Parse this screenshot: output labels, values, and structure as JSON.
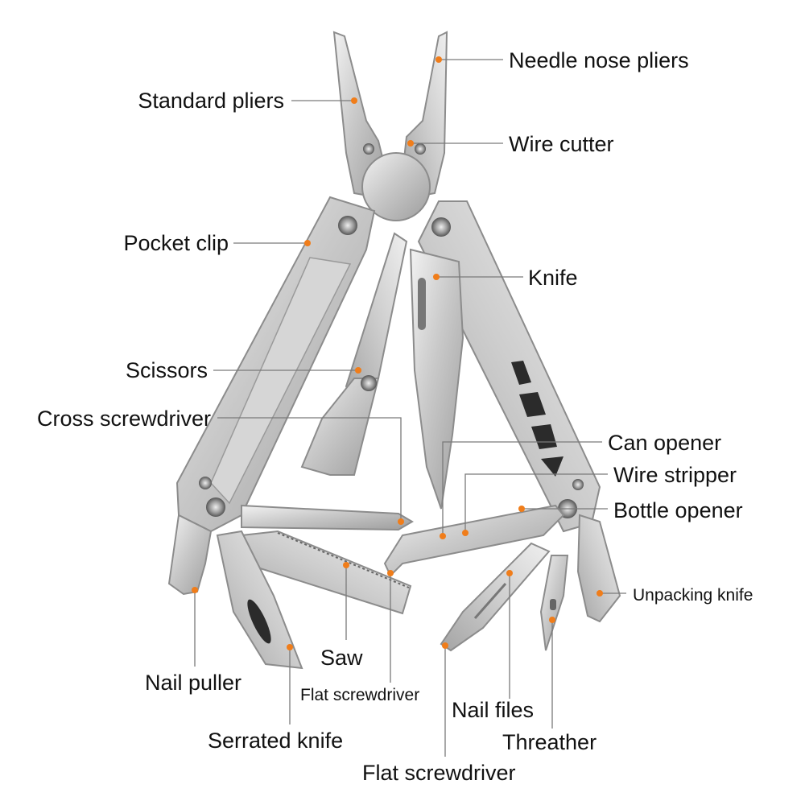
{
  "accent_color": "#f07d1a",
  "labels": {
    "needle_nose_pliers": "Needle nose pliers",
    "standard_pliers": "Standard pliers",
    "wire_cutter": "Wire cutter",
    "pocket_clip": "Pocket clip",
    "knife": "Knife",
    "scissors": "Scissors",
    "cross_screwdriver": "Cross screwdriver",
    "can_opener": "Can opener",
    "wire_stripper": "Wire stripper",
    "bottle_opener": "Bottle opener",
    "unpacking_knife": "Unpacking knife",
    "saw": "Saw",
    "nail_puller": "Nail puller",
    "flat_screwdriver_small": "Flat screwdriver",
    "nail_files": "Nail files",
    "serrated_knife": "Serrated knife",
    "threather": "Threather",
    "flat_screwdriver_large": "Flat screwdriver"
  }
}
